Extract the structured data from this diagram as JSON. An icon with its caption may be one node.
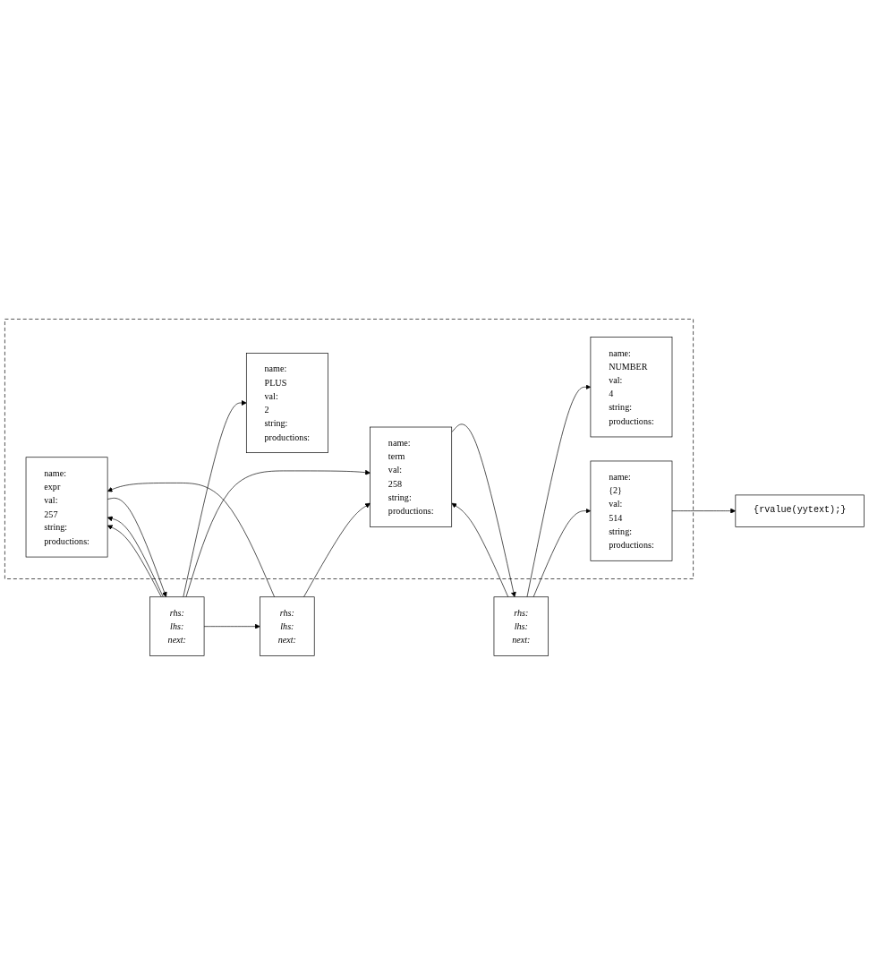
{
  "diagram": {
    "nodes": [
      {
        "text": [],
        "shape": "box"
      },
      {
        "text": [
          "name:",
          "expr",
          "val:",
          "257",
          "string:",
          "productions:"
        ],
        "in": 0
      },
      {
        "text": [
          "rhs:",
          "lhs:",
          "next:"
        ]
      },
      {
        "text": [
          "rhs:",
          "lhs:",
          "next:"
        ]
      },
      {
        "text": [
          "name:",
          "term",
          "val:",
          "258",
          "string:",
          "productions:"
        ],
        "in": 0
      },
      {
        "text": [
          "rhs:",
          "lhs:",
          "next:"
        ]
      },
      {
        "text": [
          "name:",
          "PLUS",
          "val:",
          "2",
          "string:",
          "productions:"
        ],
        "in": 0
      },
      {
        "text": [
          "name:",
          "NUMBER",
          "val:",
          "4",
          "string:",
          "productions:"
        ],
        "in": 0
      },
      {
        "text": [
          "name:",
          "{2}",
          "val:",
          "514",
          "string:",
          "productions:"
        ],
        "in": 0
      },
      {
        "text": [
          "{rvalue(yytext);}"
        ]
      }
    ],
    "edges": [
      {
        "from": 1,
        "to": 2,
        "arrow": "to"
      },
      {
        "from": 2,
        "to": 3,
        "arrow": "to"
      },
      {
        "from": 2,
        "to": 1,
        "arrow": "to"
      },
      {
        "from": 2,
        "to": 4,
        "arrow": "to"
      },
      {
        "from": 2,
        "to": 6,
        "arrow": "to"
      },
      {
        "from": 2,
        "to": 1,
        "arrow": "to"
      },
      {
        "from": 3,
        "to": 1,
        "arrow": "to"
      },
      {
        "from": 3,
        "to": 4,
        "arrow": "to"
      },
      {
        "from": 4,
        "to": 5,
        "arrow": "to"
      },
      {
        "from": 5,
        "to": 4,
        "arrow": "to"
      },
      {
        "from": 5,
        "to": 7,
        "arrow": "to"
      },
      {
        "from": 5,
        "to": 8,
        "arrow": "to"
      },
      {
        "from": 8,
        "to": 9,
        "arrow": "to"
      }
    ]
  }
}
